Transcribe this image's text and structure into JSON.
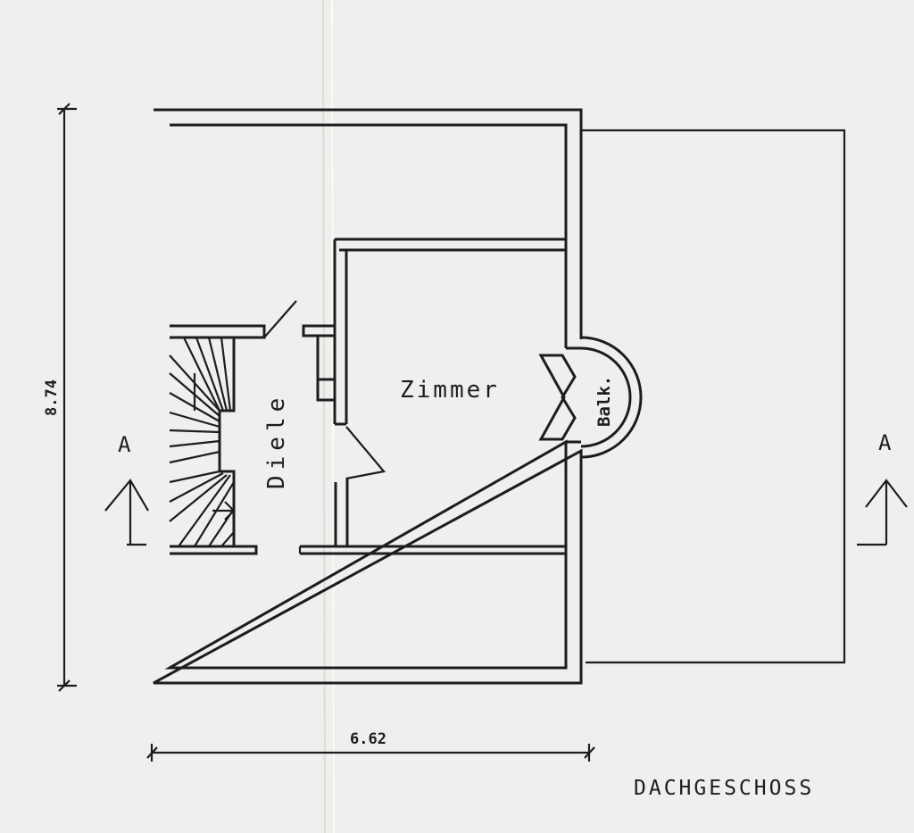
{
  "drawing": {
    "rooms": {
      "zimmer": "Zimmer",
      "diele": "Diele",
      "balkon": "Balk."
    },
    "dimensions": {
      "height": "8.74",
      "width": "6.62"
    },
    "section_marker": "A",
    "floor_title": "DACHGESCHOSS"
  },
  "colors": {
    "paper": "#efefed",
    "ink": "#1d1d1d"
  }
}
